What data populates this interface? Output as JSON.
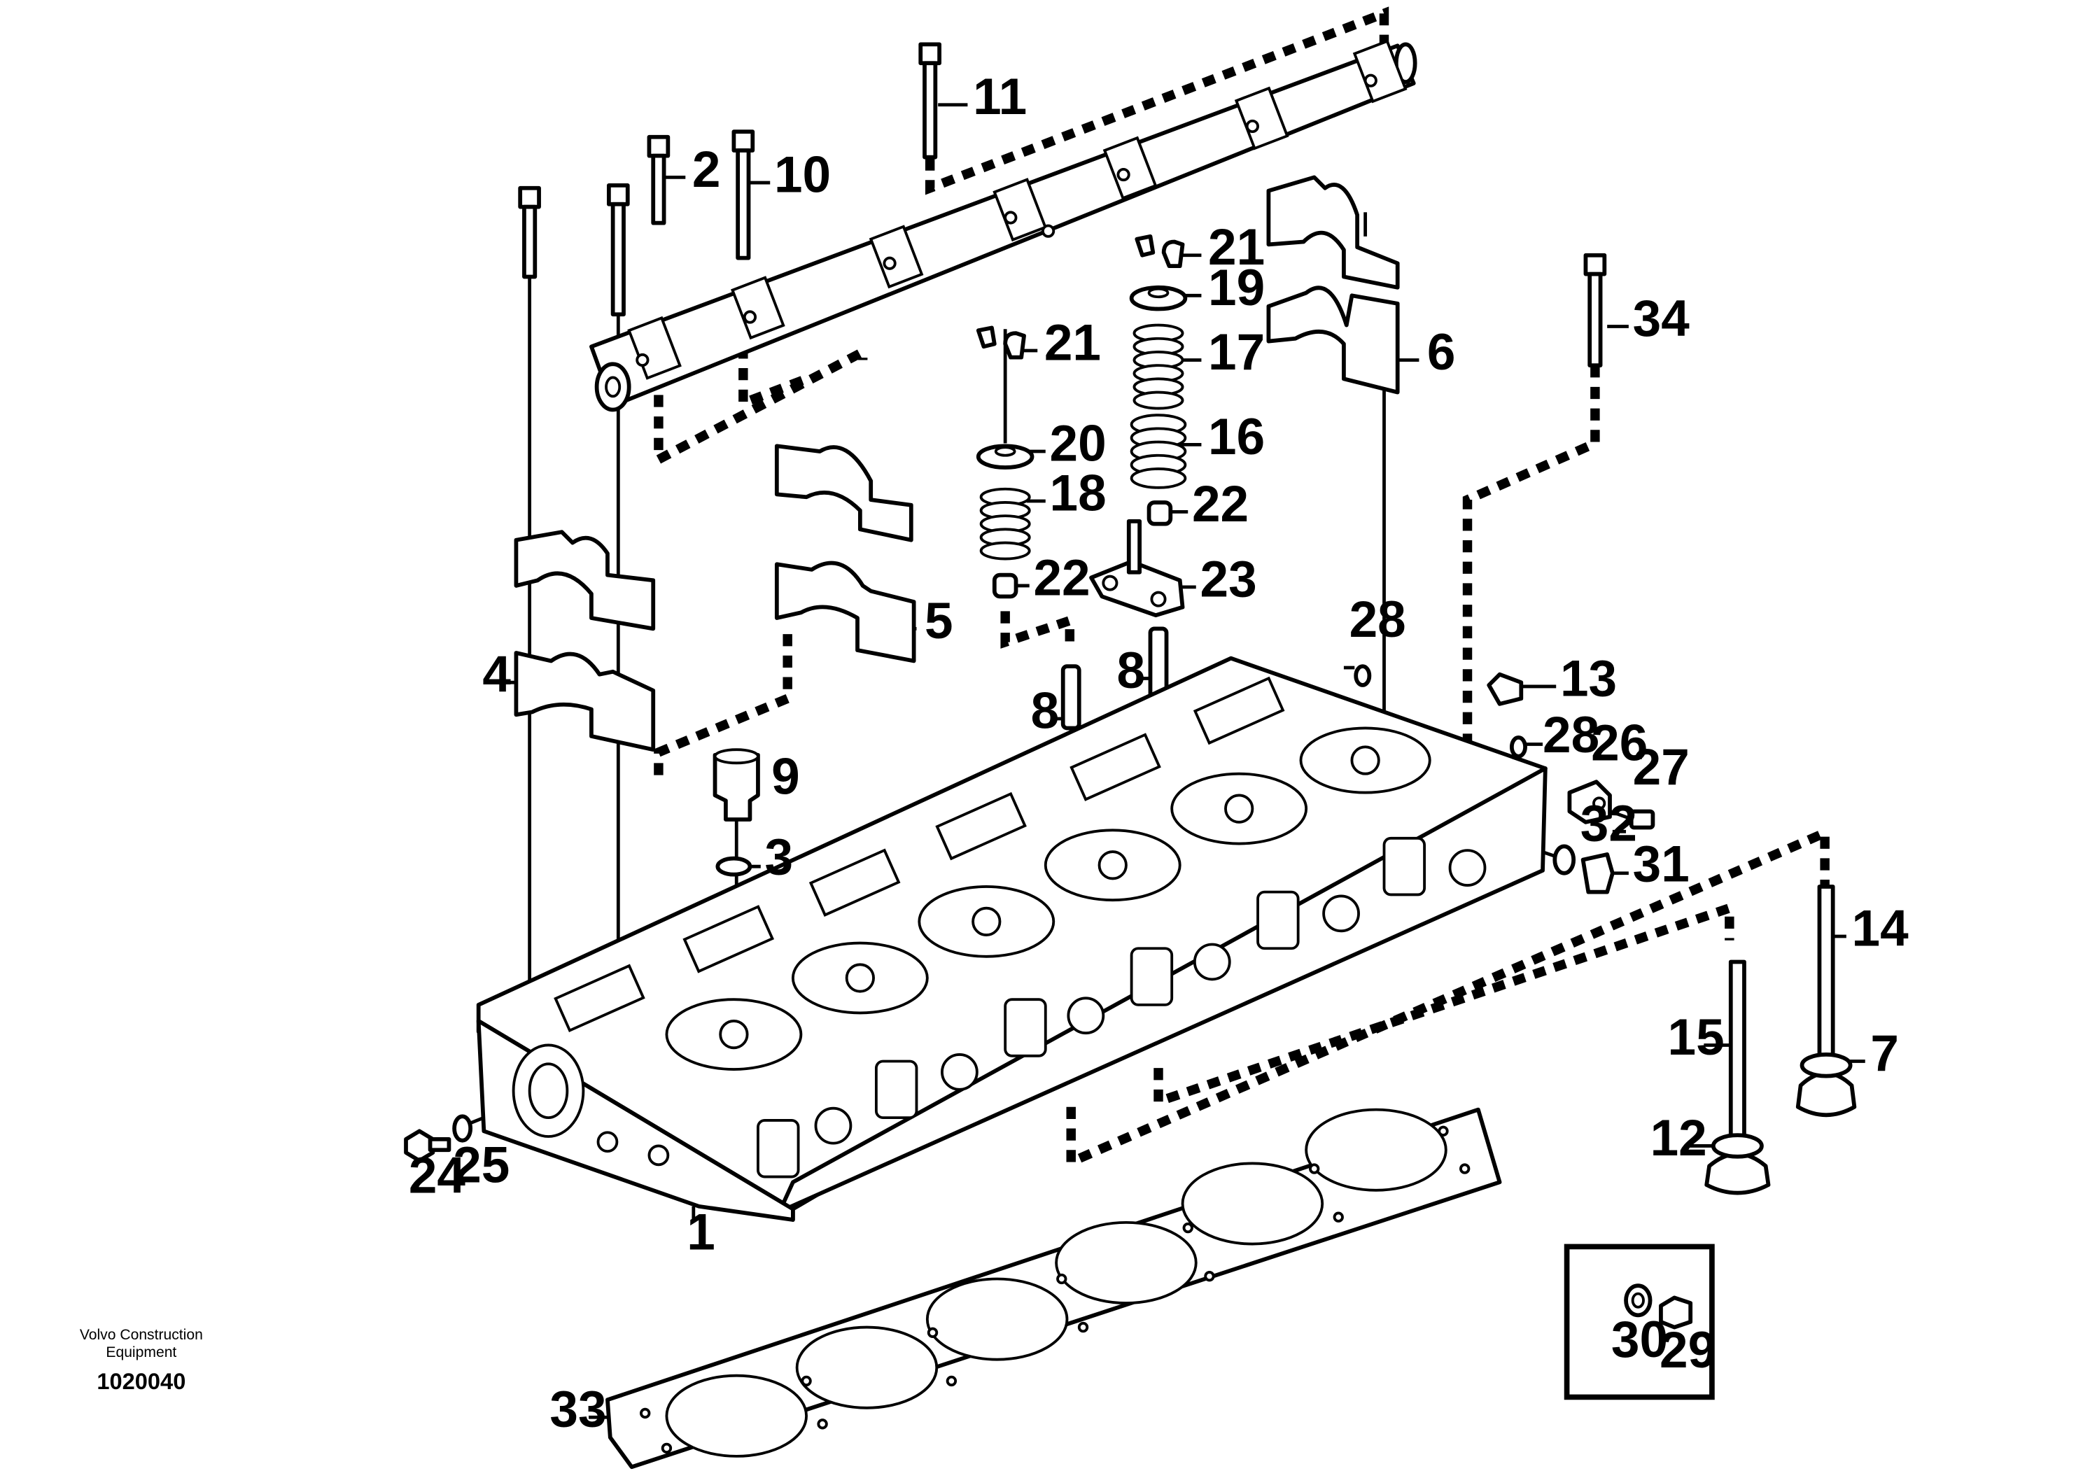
{
  "callouts": [
    "1",
    "2",
    "3",
    "4",
    "5",
    "6",
    "7",
    "8",
    "8",
    "9",
    "10",
    "11",
    "12",
    "13",
    "14",
    "15",
    "16",
    "17",
    "18",
    "19",
    "20",
    "21",
    "21",
    "22",
    "22",
    "23",
    "24",
    "25",
    "26",
    "27",
    "28",
    "28",
    "29",
    "30",
    "31",
    "32",
    "33",
    "34"
  ],
  "footer": {
    "company_line1": "Volvo Construction",
    "company_line2": "Equipment",
    "drawing_number": "1020040"
  }
}
